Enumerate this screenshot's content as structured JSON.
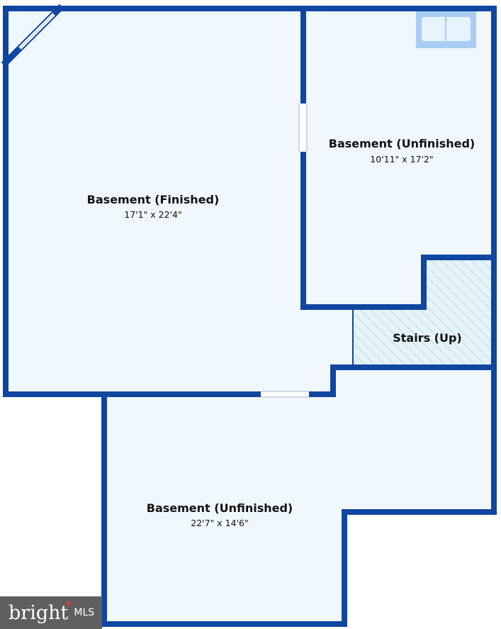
{
  "colors": {
    "wall": "#0f46a0",
    "floor": "#f0f7fd",
    "stairs_fill": "#e6f3f8",
    "stairs_hatch": "#9fc9dc",
    "opening": "#ffffff",
    "sink": "#a9cdf2",
    "badge_bg": "#5f5f5f",
    "badge_dot": "#e23a2e"
  },
  "rooms": [
    {
      "name": "Basement (Finished)",
      "dimensions": "17'1\" x 22'4\""
    },
    {
      "name": "Basement (Unfinished)",
      "dimensions": "10'11\" x 17'2\""
    },
    {
      "name": "Stairs (Up)"
    },
    {
      "name": "Basement (Unfinished)",
      "dimensions": "22'7\" x 14'6\""
    }
  ],
  "badge": {
    "brand": "bright",
    "suffix": "MLS"
  },
  "icons": [
    "sink-icon",
    "window-icon",
    "door-opening-icon"
  ]
}
